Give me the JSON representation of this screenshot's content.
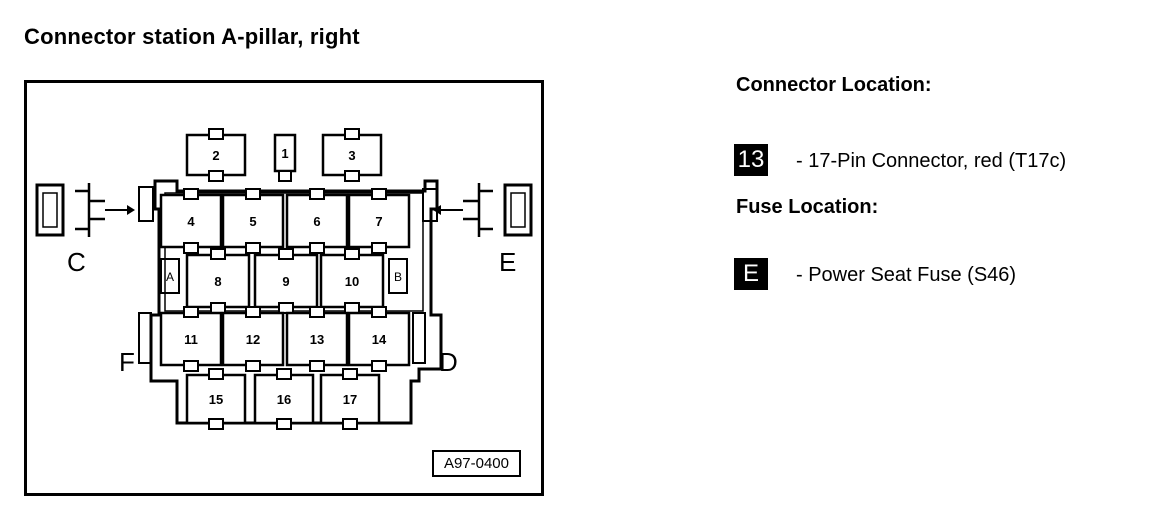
{
  "title": "Connector station A-pillar, right",
  "diagram": {
    "reference_code": "A97-0400",
    "side_labels": {
      "left_top": "C",
      "right_top": "E",
      "left_bottom": "F",
      "right_bottom": "D"
    },
    "inner_labels": {
      "left": "A",
      "right": "B"
    },
    "slots": [
      "1",
      "2",
      "3",
      "4",
      "5",
      "6",
      "7",
      "8",
      "9",
      "10",
      "11",
      "12",
      "13",
      "14",
      "15",
      "16",
      "17"
    ]
  },
  "connector_location": {
    "heading": "Connector Location:",
    "badge": "13",
    "text": "- 17-Pin Connector, red (T17c)"
  },
  "fuse_location": {
    "heading": "Fuse Location:",
    "badge": "E",
    "text": "- Power Seat Fuse (S46)"
  }
}
